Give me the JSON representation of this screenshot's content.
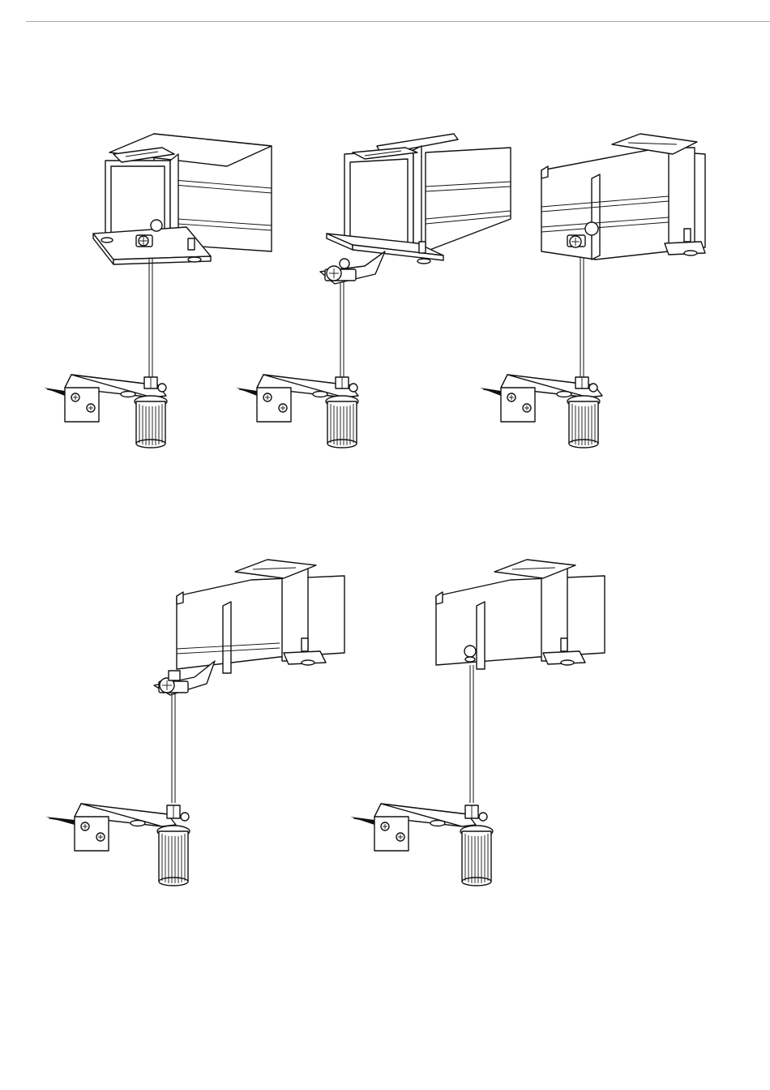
{
  "page": {
    "rule_color": "#a8a8a8",
    "line_color": "#111111",
    "background": "#ffffff"
  },
  "figures": [
    {
      "id": "1",
      "profile": "closed-box",
      "clamp": "bolt-under-flange"
    },
    {
      "id": "2",
      "profile": "open-c-channel",
      "clamp": "offset-hook-plate"
    },
    {
      "id": "3",
      "profile": "lipped-c-channel",
      "clamp": "bolt-in-web"
    },
    {
      "id": "4",
      "profile": "lipped-c-channel-short",
      "clamp": "offset-hook-plate"
    },
    {
      "id": "5",
      "profile": "lipped-c-channel-short",
      "clamp": "direct-thread"
    }
  ],
  "parts": {
    "hanger": "threaded-rod",
    "wall_bracket": "angle-bracket-with-two-screws",
    "anchor": "wall-plug-arrow",
    "adjuster": "knurled-sleeve",
    "nut": "hex-nut"
  }
}
